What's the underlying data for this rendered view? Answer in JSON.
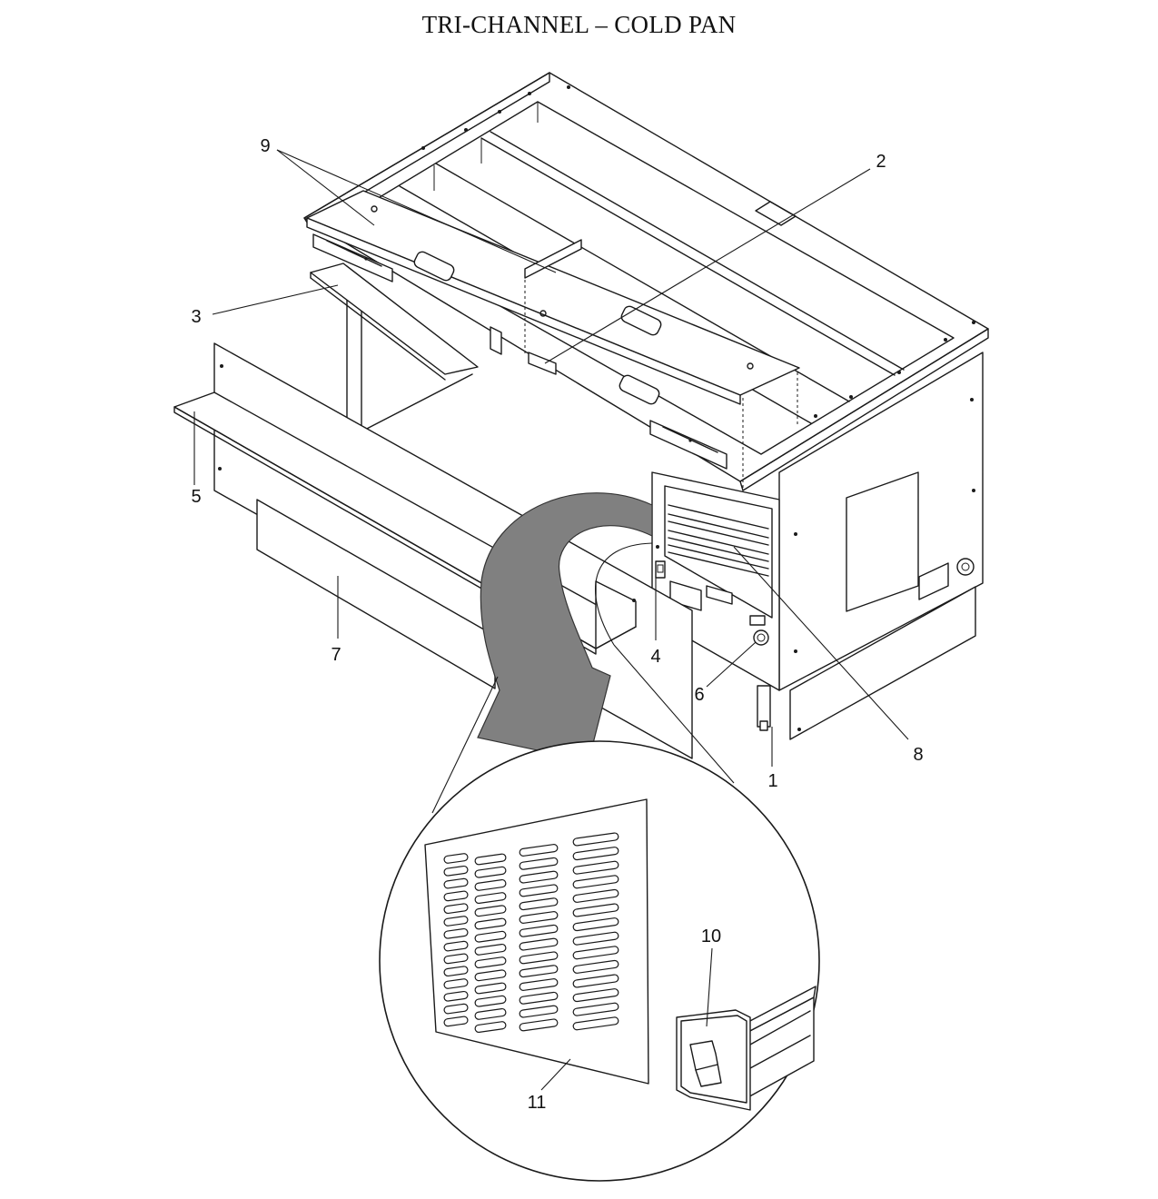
{
  "title": "TRI-CHANNEL – COLD PAN",
  "callouts": [
    "1",
    "2",
    "3",
    "4",
    "5",
    "6",
    "7",
    "8",
    "9",
    "10",
    "11"
  ],
  "colors": {
    "line": "#1a1a1a",
    "arrow": "#808080",
    "background": "#ffffff"
  }
}
